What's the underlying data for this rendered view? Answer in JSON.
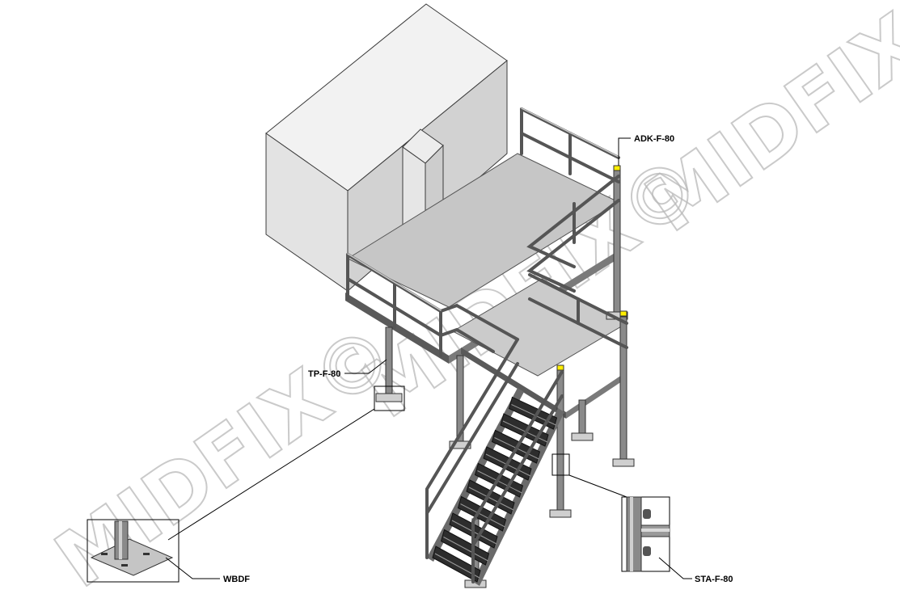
{
  "watermark": "MIDFIX©",
  "callouts": {
    "adk": "ADK-F-80",
    "tp": "TP-F-80",
    "wbdf": "WBDF",
    "sta": "STA-F-80"
  },
  "colors": {
    "background": "#ffffff",
    "building": "#d9d9d9",
    "deck": "#c8c8c8",
    "cap_yellow": "#ffee00",
    "watermark": "#b9b9b9"
  }
}
